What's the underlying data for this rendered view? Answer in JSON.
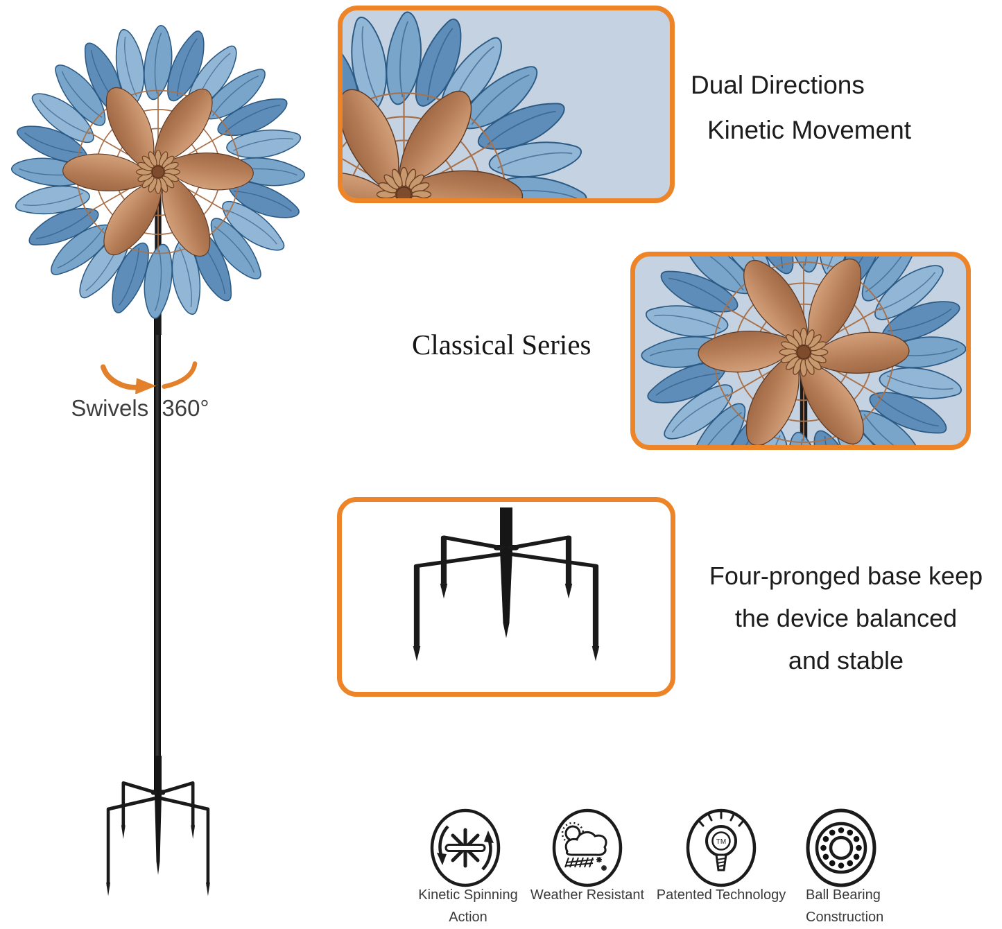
{
  "page": {
    "type": "product-feature-infographic",
    "product": "kinetic-wind-spinner",
    "background": "#FFFFFF"
  },
  "colors": {
    "accent_orange": "#EE8428",
    "callout_blue_bg": "#C5D2E1",
    "leaf_blue": "#6E9BC4",
    "copper": "#A9714C",
    "metal_black": "#1B1B1B",
    "text_dark": "#1C1C1C",
    "arrow_orange": "#E2802B"
  },
  "main_product": {
    "swivel_label": "Swivels 360°"
  },
  "callouts": {
    "dual_directions": {
      "line1": "Dual Directions",
      "line2": "Kinetic Movement"
    },
    "classical_series": {
      "label": "Classical Series"
    },
    "four_pronged": {
      "line1": "Four-pronged base keep",
      "line2": "the device balanced",
      "line3": "and stable"
    }
  },
  "features": [
    {
      "icon": "kinetic-spinning-icon",
      "label": {
        "line1": "Kinetic Spinning",
        "line2": "Action"
      }
    },
    {
      "icon": "weather-resistant-icon",
      "label": {
        "line1": "Weather Resistant"
      }
    },
    {
      "icon": "patented-technology-icon",
      "badge": "TM",
      "label": {
        "line1": "Patented Technology"
      }
    },
    {
      "icon": "ball-bearing-icon",
      "label": {
        "line1": "Ball Bearing",
        "line2": "Construction"
      }
    }
  ]
}
